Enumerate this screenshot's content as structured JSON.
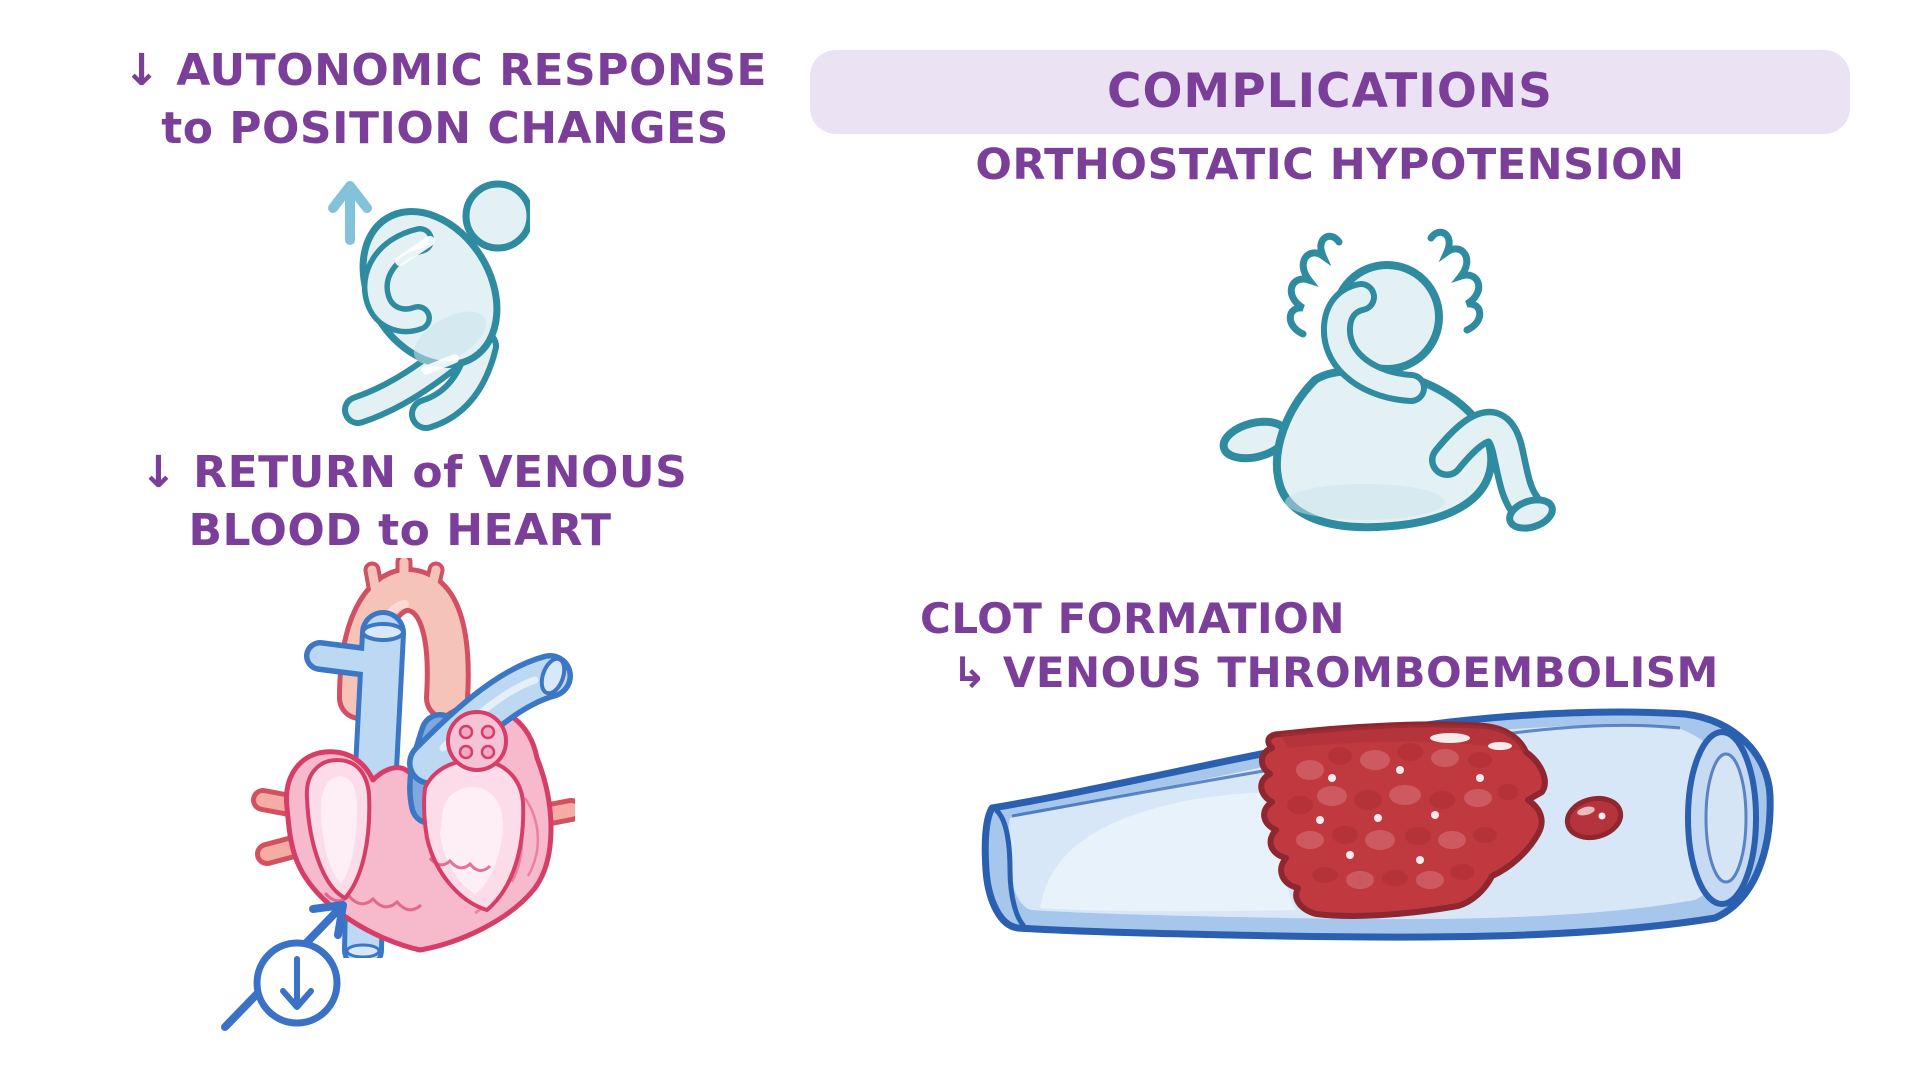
{
  "background": "#FFFFFF",
  "colors": {
    "text-purple": "#7B3F9A",
    "banner-bg": "#EBE2F4",
    "figure-teal": "#2E8BA0",
    "figure-fill": "#E3F1F5",
    "figure-shade": "#CBE3EB",
    "arrow-blue": "#82C3DB",
    "gauge-blue": "#3B72C8",
    "vessel-outline": "#2B5FB0",
    "vessel-wall": "#A6C6EC",
    "vessel-lumen": "#D8E7F7",
    "clot-red": "#C0393F",
    "clot-outline": "#8E2730",
    "heart-pink": "#F7BACC",
    "heart-outline": "#D63E68",
    "heart-chamber": "#FBDCE8",
    "heart-chamber-light": "#FDEFF5",
    "aorta-salmon": "#F6C3B9",
    "aorta-outline": "#D25064",
    "vein-blue": "#BCD8F3",
    "vein-outline": "#3B77C4"
  },
  "left_column": {
    "autonomic_heading": {
      "line1": "↓ AUTONOMIC RESPONSE",
      "line2": "to POSITION CHANGES"
    },
    "venous_heading": {
      "line1": "↓ RETURN of VENOUS",
      "line2": "BLOOD to HEART"
    },
    "icons": {
      "rising_person": "rising-person-icon",
      "up_arrow": "up-arrow-icon",
      "heart": "heart-cross-section-icon",
      "flow_gauge": "decreased-flow-gauge-icon"
    }
  },
  "right_column": {
    "banner_label": "COMPLICATIONS",
    "subheading": "ORTHOSTATIC HYPOTENSION",
    "clot_heading": {
      "line1": "CLOT FORMATION",
      "line2": "↳ VENOUS THROMBOEMBOLISM"
    },
    "icons": {
      "dizzy_person": "dizzy-person-icon",
      "vessel_clot": "blood-vessel-clot-icon"
    }
  }
}
